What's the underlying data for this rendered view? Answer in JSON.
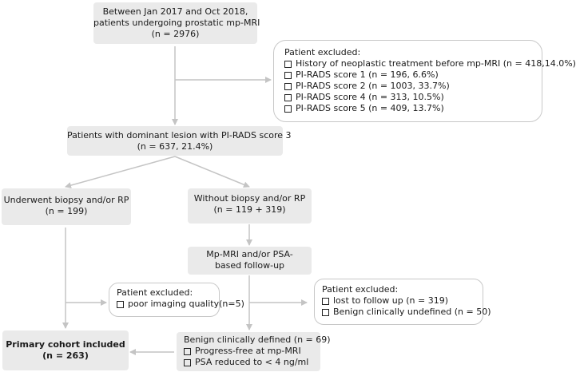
{
  "start": {
    "line1": "Between Jan 2017 and Oct 2018,",
    "line2": "patients undergoing prostatic mp-MRI",
    "line3": "(n = 2976)"
  },
  "excluded1": {
    "title": "Patient excluded:",
    "items": [
      "History of neoplastic treatment before mp-MRI (n = 418,14.0%)",
      "PI-RADS score 1 (n = 196, 6.6%)",
      "PI-RADS score 2 (n = 1003, 33.7%)",
      "PI-RADS score 4 (n = 313, 10.5%)",
      "PI-RADS score 5 (n = 409, 13.7%)"
    ]
  },
  "pirads3": {
    "line1": "Patients with dominant lesion with PI-RADS score 3",
    "line2": "(n = 637, 21.4%)"
  },
  "biopsy": {
    "line1": "Underwent biopsy and/or RP",
    "line2": "(n = 199)"
  },
  "nobiopsy": {
    "line1": "Without biopsy and/or RP",
    "line2": "(n = 119 + 319)"
  },
  "followup": {
    "line1": "Mp-MRI and/or PSA-",
    "line2": "based follow-up"
  },
  "excluded2": {
    "title": "Patient excluded:",
    "items": [
      "poor imaging quality(n=5)"
    ]
  },
  "excluded3": {
    "title": "Patient excluded:",
    "items": [
      "lost to follow up (n = 319)",
      "Benign clinically undefined (n = 50)"
    ]
  },
  "primary": {
    "line1": "Primary cohort included",
    "line2": "(n = 263)"
  },
  "benign": {
    "title": "Benign clinically defined (n = 69)",
    "items": [
      "Progress-free at mp-MRI",
      "PSA reduced to < 4 ng/ml"
    ]
  },
  "colors": {
    "box_fill": "#eaeaea",
    "arrow": "#c4c4c4",
    "border": "#c8c8c8"
  }
}
